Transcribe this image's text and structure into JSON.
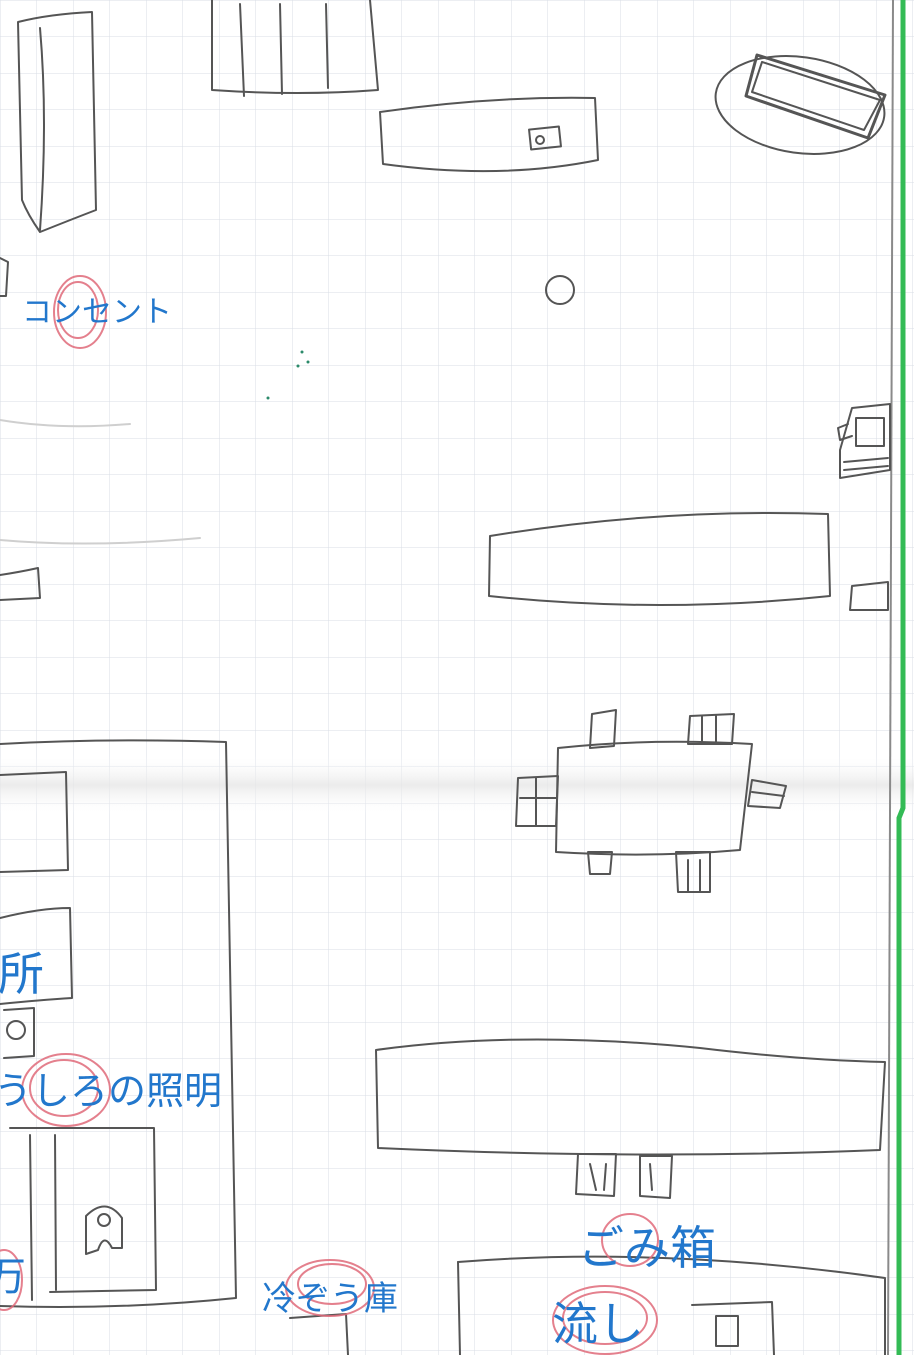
{
  "labels": {
    "outlet": "コンセント",
    "sho": "所",
    "lighting": "うしろの照明",
    "refrigerator": "冷ぞう庫",
    "trash": "ごみ箱",
    "sink": "流し",
    "left_edge": "万"
  },
  "colors": {
    "pencil": "#555555",
    "pen_blue": "#2277cc",
    "pen_red": "#e06a7a",
    "grid": "#d8dde6",
    "green_line": "#33bb55"
  }
}
